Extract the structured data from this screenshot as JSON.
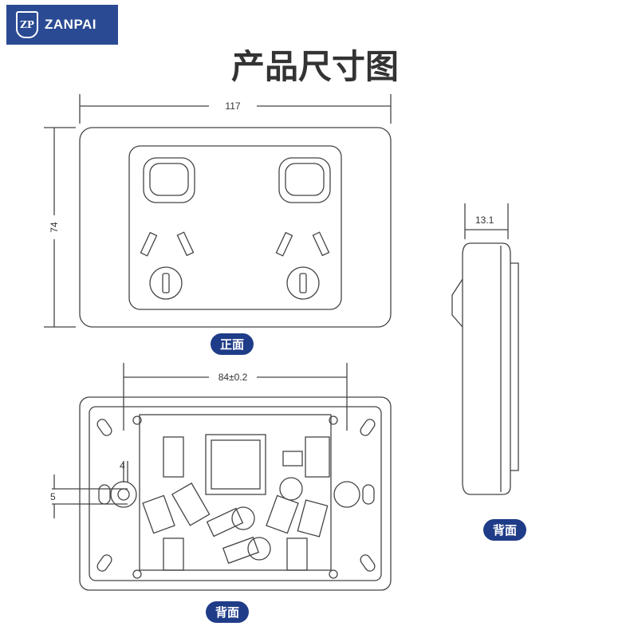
{
  "logo": {
    "brand": "ZANPAI",
    "mark": "ZP"
  },
  "title": "产品尺寸图",
  "dimensions": {
    "width": "117",
    "height": "74",
    "depth": "13.1",
    "mount_spacing": "84±0.2",
    "slot_width": "4",
    "slot_height": "5"
  },
  "labels": {
    "front": "正面",
    "side_back": "背面",
    "back": "背面"
  }
}
